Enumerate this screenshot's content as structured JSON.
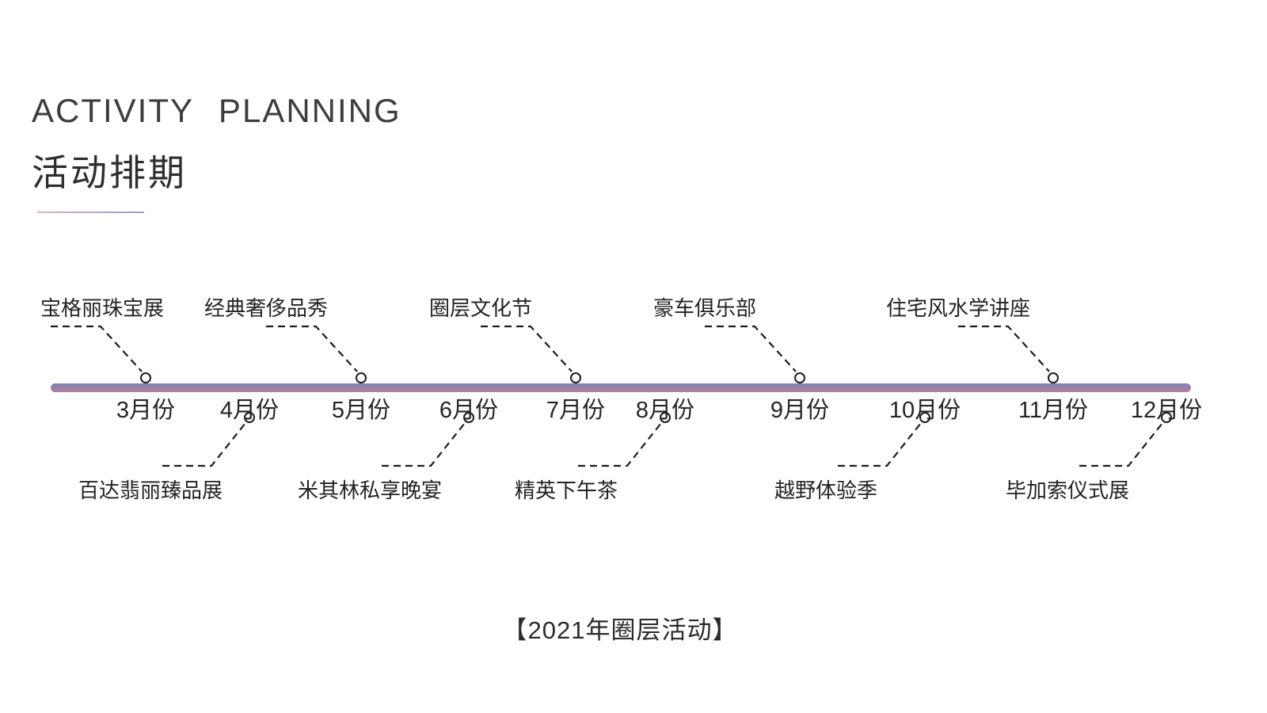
{
  "header": {
    "title_en": "ACTIVITY  PLANNING",
    "title_zh": "活动排期"
  },
  "timeline": {
    "months": [
      "3月份",
      "4月份",
      "5月份",
      "6月份",
      "7月份",
      "8月份",
      "9月份",
      "10月份",
      "11月份",
      "12月份"
    ],
    "events": [
      {
        "month": "3月份",
        "label": "宝格丽珠宝展",
        "side": "above"
      },
      {
        "month": "4月份",
        "label": "百达翡丽臻品展",
        "side": "below"
      },
      {
        "month": "5月份",
        "label": "经典奢侈品秀",
        "side": "above"
      },
      {
        "month": "6月份",
        "label": "米其林私享晚宴",
        "side": "below"
      },
      {
        "month": "7月份",
        "label": "圈层文化节",
        "side": "above"
      },
      {
        "month": "8月份",
        "label": "精英下午茶",
        "side": "below"
      },
      {
        "month": "9月份",
        "label": "豪车俱乐部",
        "side": "above"
      },
      {
        "month": "10月份",
        "label": "越野体验季",
        "side": "below"
      },
      {
        "month": "11月份",
        "label": "住宅风水学讲座",
        "side": "above"
      },
      {
        "month": "12月份",
        "label": "毕加索仪式展",
        "side": "below"
      }
    ]
  },
  "footer": {
    "caption": "【2021年圈层活动】"
  },
  "colors": {
    "bar_top": "#7a83b5",
    "bar_bottom": "#b47f9d",
    "divider_left": "#cfa9bc",
    "divider_right": "#8d89c3",
    "connector": "#1c1c1c"
  }
}
